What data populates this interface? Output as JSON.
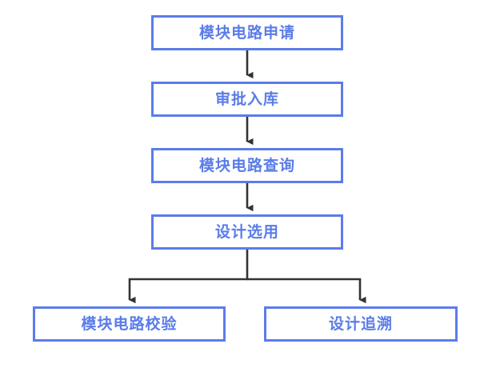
{
  "diagram": {
    "title": "",
    "type": "flowchart",
    "orientation": "top-to-bottom",
    "colors": {
      "node_border": "#5b7ce8",
      "node_text": "#5b7ce8",
      "node_fill": "#ffffff",
      "edge": "#333333",
      "background": "#ffffff"
    },
    "nodes": [
      {
        "id": "n1",
        "label": "模块电路申请"
      },
      {
        "id": "n2",
        "label": "审批入库"
      },
      {
        "id": "n3",
        "label": "模块电路查询"
      },
      {
        "id": "n4",
        "label": "设计选用"
      },
      {
        "id": "n5",
        "label": "模块电路校验"
      },
      {
        "id": "n6",
        "label": "设计追溯"
      }
    ],
    "edges": [
      {
        "from": "n1",
        "to": "n2",
        "style": "straight-arrow"
      },
      {
        "from": "n2",
        "to": "n3",
        "style": "straight-arrow"
      },
      {
        "from": "n3",
        "to": "n4",
        "style": "straight-arrow"
      },
      {
        "from": "n4",
        "to": "n5",
        "style": "elbow-arrow"
      },
      {
        "from": "n4",
        "to": "n6",
        "style": "elbow-arrow"
      }
    ]
  }
}
